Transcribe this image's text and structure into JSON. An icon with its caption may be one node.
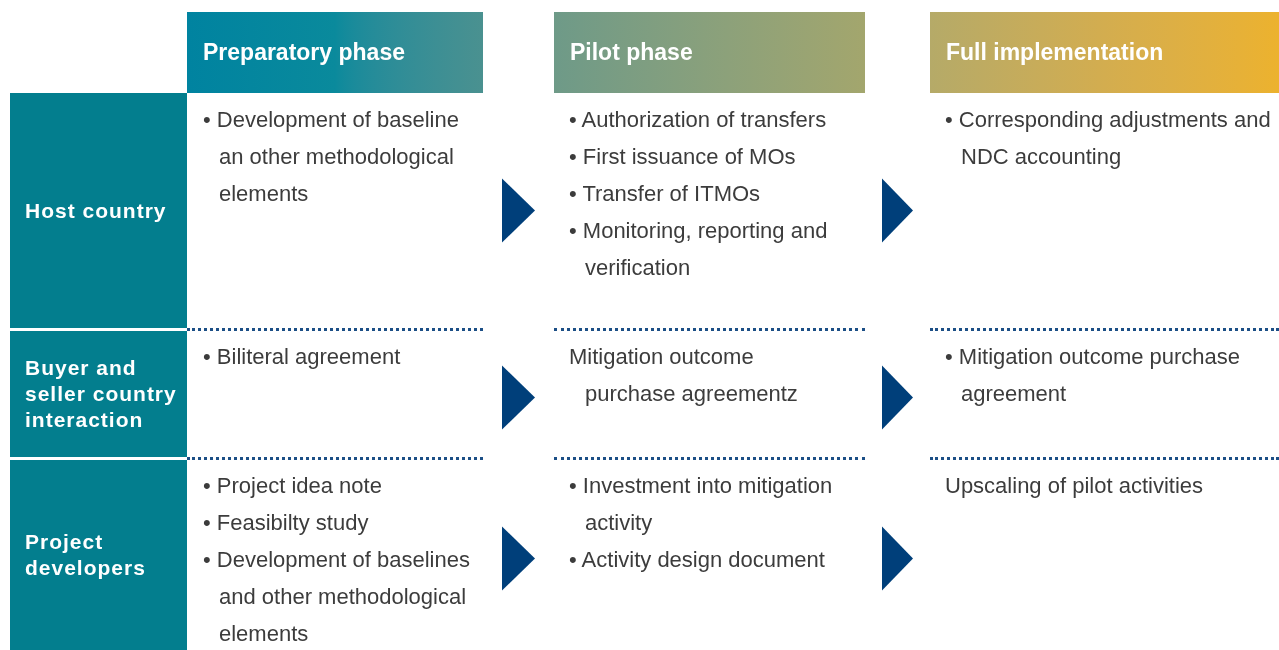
{
  "diagram": {
    "nodes": [
      {
        "text": [
          "Preparatory phase"
        ]
      },
      {
        "text": [
          "Pilot phase"
        ]
      },
      {
        "text": [
          "Full implementation"
        ]
      },
      {
        "text": [
          "Host country"
        ]
      },
      {
        "text": [
          "• Development of baseline an other methodological elements"
        ]
      },
      {
        "text": [
          "• Authorization of transfers",
          "• First issuance of MOs",
          "• Transfer of ITMOs",
          "• Monitoring, reporting and verification"
        ]
      },
      {
        "text": [
          "• Corresponding adjustments and NDC accounting"
        ]
      },
      {
        "text": [
          "Buyer and seller country interaction"
        ]
      },
      {
        "text": [
          "• Biliteral agreement"
        ]
      },
      {
        "text": [
          "Mitigation outcome purchase agreementz"
        ]
      },
      {
        "text": [
          "• Mitigation outcome purchase agreement"
        ]
      },
      {
        "text": [
          "Project developers"
        ]
      },
      {
        "text": [
          "• Project idea note",
          "• Feasibilty study",
          "• Development of baselines and other methodological elements"
        ]
      },
      {
        "text": [
          "• Investment into mitigation activity",
          "• Activity design document"
        ]
      },
      {
        "text": [
          "Upscaling of pilot activities"
        ]
      }
    ],
    "edges": [
      {
        "from": 4,
        "to": 5,
        "arrow": "to"
      },
      {
        "from": 5,
        "to": 6,
        "arrow": "to"
      },
      {
        "from": 8,
        "to": 9,
        "arrow": "to"
      },
      {
        "from": 9,
        "to": 10,
        "arrow": "to"
      },
      {
        "from": 12,
        "to": 13,
        "arrow": "to"
      },
      {
        "from": 13,
        "to": 14,
        "arrow": "to"
      }
    ]
  }
}
